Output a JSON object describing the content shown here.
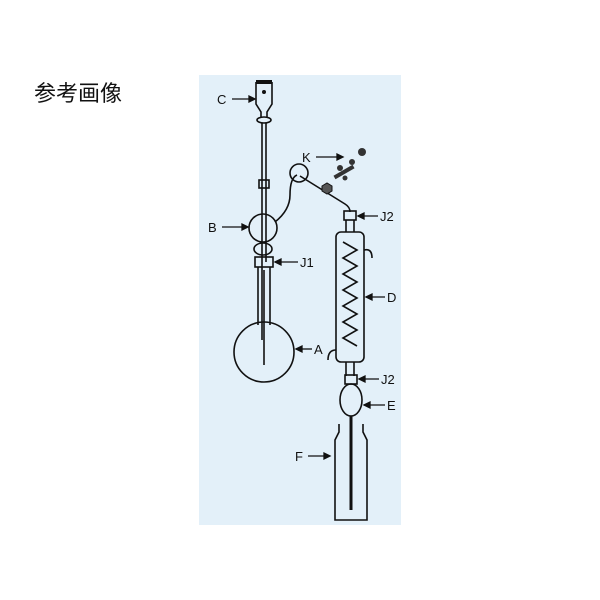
{
  "title": "参考画像",
  "diagram": {
    "background": "#e3f0f9",
    "labels": {
      "A": "A",
      "B": "B",
      "C": "C",
      "D": "D",
      "E": "E",
      "F": "F",
      "J1": "J1",
      "J2_top": "J2",
      "J2_bottom": "J2",
      "K": "K"
    }
  }
}
